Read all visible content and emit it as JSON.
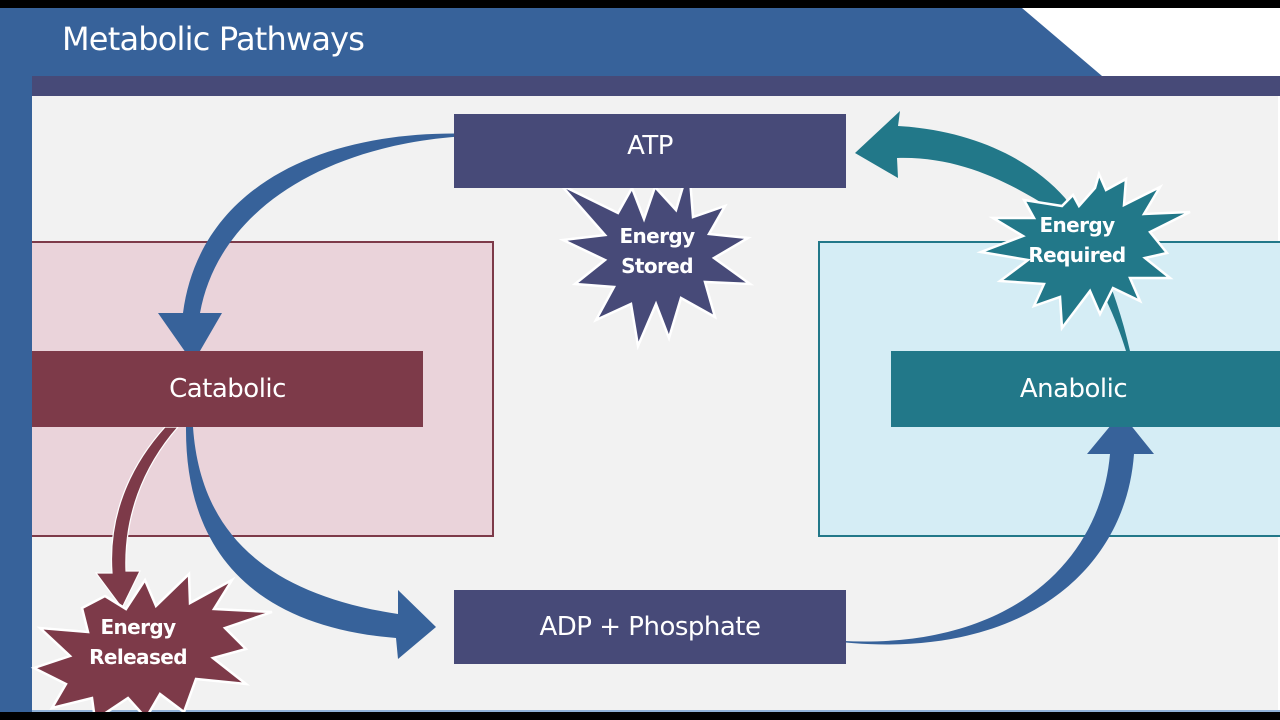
{
  "slide": {
    "title": "Metabolic Pathways"
  },
  "diagram": {
    "nodes": {
      "atp": "ATP",
      "adp": "ADP + Phosphate",
      "catabolic": "Catabolic",
      "anabolic": "Anabolic"
    },
    "bursts": {
      "stored": {
        "line1": "Energy",
        "line2": "Stored"
      },
      "required": {
        "line1": "Energy",
        "line2": "Required"
      },
      "released": {
        "line1": "Energy",
        "line2": "Released"
      }
    },
    "arrows": [
      {
        "from": "ATP",
        "to": "Catabolic"
      },
      {
        "from": "Catabolic",
        "to": "ADP + Phosphate"
      },
      {
        "from": "Catabolic",
        "to": "Energy Released"
      },
      {
        "from": "ADP + Phosphate",
        "to": "Anabolic"
      },
      {
        "from": "Anabolic",
        "to": "ATP",
        "via": "Energy Required"
      }
    ]
  },
  "colors": {
    "header_blue": "#37629a",
    "navy": "#474a78",
    "maroon": "#7d3a49",
    "teal": "#227889",
    "arrow_blue": "#37629a",
    "catabolic_region": "#ead3da",
    "anabolic_region": "#d5edf5",
    "canvas": "#f2f2f2"
  }
}
